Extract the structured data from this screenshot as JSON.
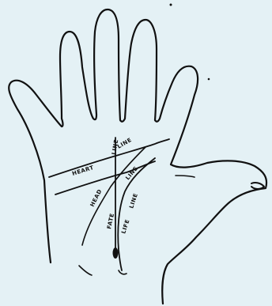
{
  "diagram": {
    "colors": {
      "background": "#e4f1f5",
      "ink": "#111111"
    },
    "labels": {
      "heart_line_word1": "HEART",
      "heart_line_word2": "LINE",
      "head_line_word1": "HEAD",
      "head_line_word2": "LINE",
      "fate_line_word1": "FATE",
      "fate_line_word2": "LINE",
      "life_line_word1": "LIFE",
      "life_line_word2": "LINE"
    }
  }
}
